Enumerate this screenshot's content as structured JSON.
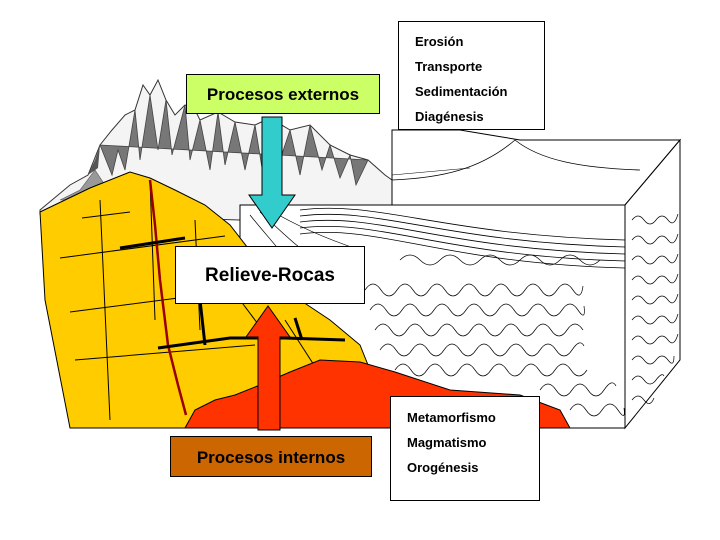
{
  "processes": {
    "external": {
      "label": "Procesos externos",
      "items": [
        "Erosión",
        "Transporte",
        "Sedimentación",
        "Diagénesis"
      ]
    },
    "internal": {
      "label": "Procesos internos",
      "items": [
        "Metamorfismo",
        "Magmatismo",
        "Orogénesis"
      ]
    },
    "center": "Relieve-Rocas"
  },
  "colors": {
    "external_box": "#ccff66",
    "internal_box": "#cc6600",
    "down_arrow": "#33cccc",
    "up_arrow": "#ff3300",
    "granite": "#ffcc00",
    "magma": "#ff3300",
    "mountain": "#666666"
  }
}
